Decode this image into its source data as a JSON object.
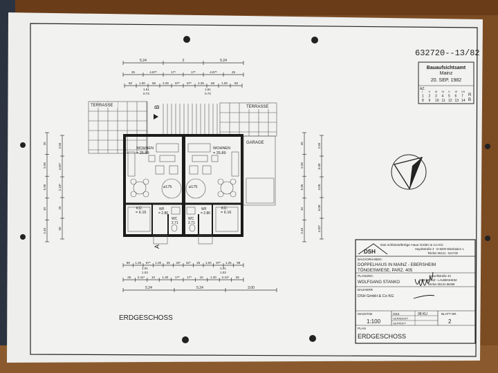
{
  "document": {
    "drawing_number": "632720--13/82",
    "view_label": "ERDGESCHOSS"
  },
  "stamp": {
    "authority": "Bauaufsichtsamt",
    "city": "Mainz",
    "date": "20. SEP. 1982",
    "az_label": "AZ.",
    "roman_row": [
      "I",
      "II",
      "III",
      "IV",
      "V",
      "VI",
      "VII"
    ],
    "row1": [
      "1",
      "2",
      "3",
      "4",
      "5",
      "6",
      "7"
    ],
    "row2": [
      "8",
      "9",
      "10",
      "11",
      "12",
      "13",
      "14"
    ],
    "side_letters": [
      "R",
      "B"
    ]
  },
  "plan": {
    "rooms": {
      "terrace_left": "TERRASSE",
      "terrace_right": "TERRASSE",
      "garage": "GARAGE",
      "wohnen_left": "WOHNEN",
      "wohnen_left_area": "= 25.89",
      "wohnen_right": "WOHNEN",
      "wohnen_right_area": "= 25.89",
      "stair_left": "⌀175",
      "stair_right": "⌀175",
      "kueche_left": "KÜ.",
      "kueche_left_area": "= 6.15",
      "kueche_right": "KÜ.",
      "kueche_right_area": "= 6.16",
      "wf_left": "WF",
      "wf_left_area": "= 2.86",
      "wf_right": "WF",
      "wf_right_area": "= 2.86",
      "wc_left": "WC",
      "wc_left_area": "2.71",
      "wc_right": "WC",
      "wc_right_area": "2.71"
    },
    "section_markers": [
      "B",
      "A"
    ],
    "top_dimensions": {
      "row1": [
        "5.24",
        "2",
        "5.24"
      ],
      "row2": [
        "25",
        "4.87⁵",
        "17⁵",
        "17⁵",
        "4.87⁵",
        "25"
      ],
      "row3": [
        "50",
        "1.00",
        "68",
        "2.25",
        "87⁵",
        "87⁵",
        "2.25",
        "68",
        "1.00",
        "50"
      ],
      "row3_sub": [
        "1.51",
        "0.73",
        "1.51",
        "0.73"
      ]
    },
    "bottom_dimensions": {
      "row1": [
        "99",
        "1.25",
        "87⁵",
        "1.00",
        "25",
        "32⁵",
        "32⁵",
        "25",
        "1.00",
        "87⁵",
        "1.25",
        "99"
      ],
      "row1_sub": [
        "1.01",
        "1.03",
        "1.01",
        "1.03"
      ],
      "row2": [
        "25",
        "2.41⁵",
        "10",
        "1.30",
        "17⁵",
        "17⁵",
        "10",
        "1.30",
        "2.41⁵",
        "25"
      ],
      "row3": [
        "5.24",
        "5.24",
        "3.00"
      ]
    },
    "left_dimensions": [
      "25",
      "5.95",
      "5.95",
      "10",
      "2.45",
      "2.55",
      "4.02⁵",
      "2.18⁵",
      "25",
      "50"
    ],
    "right_dimensions": [
      "25",
      "5.95",
      "5.95",
      "10",
      "2.45",
      "2.55",
      "5.00",
      "3.00",
      "6.00",
      "4.02⁵"
    ]
  },
  "title_block": {
    "company": "Das schlüsselfertige Haus GmbH & Co KG",
    "company_address": "Haydnstraße 3 · D-6200 Wiesbaden 1",
    "company_phone": "Telefon 06121 - 521730",
    "logo_text": "DSH",
    "project_label": "BAUVORHABEN:",
    "project_line1": "DOPPELHAUS IN MAINZ - EBERSHEIM",
    "project_line2": "TÖNGESWIESE, PARZ. 405",
    "planning_label": "PLANUNG:",
    "planner": "WOLFGANG STANKO",
    "planner_address1": "Zukunftstraße 43",
    "planner_address2": "6500 MAINZ - LAUBENHEIM",
    "planner_phone": "Telefon 06131-86369",
    "client_label": "BAUHERR",
    "client": "DSH GmbH & Co KG",
    "scale_label": "MASSTAB",
    "scale": "1:100",
    "drawn_label": "GEZ.",
    "drawn_value": "08 KU",
    "changed_label": "GEÄNDERT",
    "checked_label": "GEPRÜFT",
    "sheet_label": "BLATT NR.",
    "sheet": "2",
    "plan_label": "PLAN",
    "plan_name": "ERDGESCHOSS"
  }
}
